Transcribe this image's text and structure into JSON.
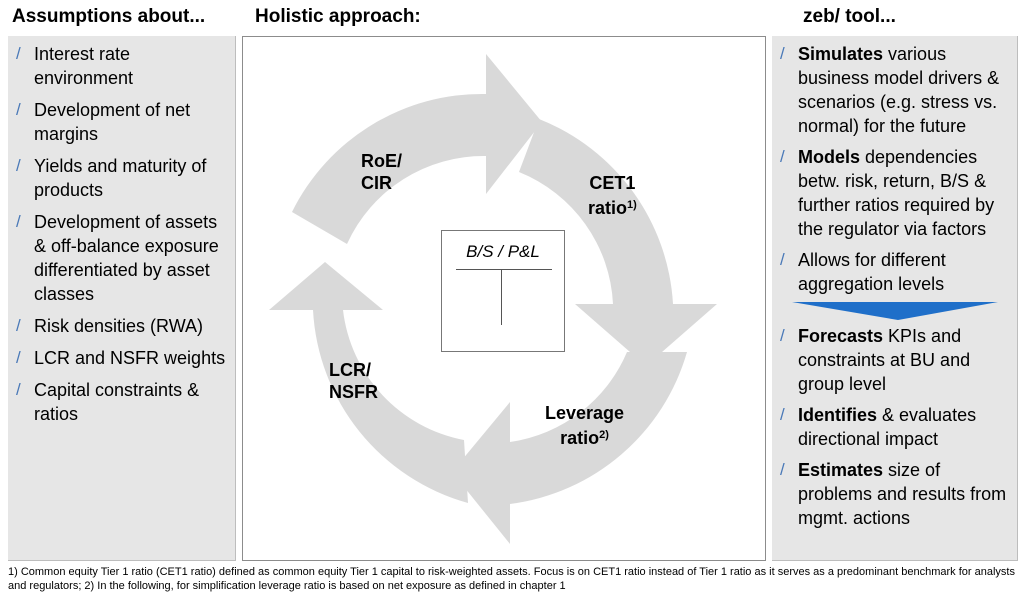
{
  "headings": {
    "left": "Assumptions about...",
    "center": "Holistic approach:",
    "right": "zeb/ tool..."
  },
  "bullet_marker": "/",
  "assumptions": [
    "Interest rate environment",
    "Development of net margins",
    "Yields and maturity of products",
    "Development of assets & off-balance exposure differentiated by asset classes",
    "Risk densities (RWA)",
    "LCR and NSFR weights",
    "Capital constraints & ratios"
  ],
  "tool_top": [
    {
      "bold": "Simulates",
      "rest": " various business model drivers & scenarios (e.g. stress vs. normal) for the future"
    },
    {
      "bold": "Models",
      "rest": " dependencies betw. risk, return, B/S & further ratios required by the regulator via factors"
    },
    {
      "bold": "",
      "rest": "Allows for different aggregation levels"
    }
  ],
  "tool_bottom": [
    {
      "bold": "Forecasts",
      "rest": " KPIs and constraints at BU and group level"
    },
    {
      "bold": "Identifies",
      "rest": " & evaluates directional impact"
    },
    {
      "bold": "Estimates",
      "rest": " size of problems and results from mgmt. actions"
    }
  ],
  "cycle": {
    "roe_line1": "RoE/",
    "roe_line2": "CIR",
    "cet1_line1": "CET1",
    "cet1_line2": "ratio",
    "cet1_sup": "1)",
    "lev_line1": "Leverage",
    "lev_line2": "ratio",
    "lev_sup": "2)",
    "lcr_line1": "LCR/",
    "lcr_line2": "NSFR",
    "center_box": "B/S / P&L"
  },
  "colors": {
    "panel_bg": "#e6e6e6",
    "arrow_fill": "#d9d9d9",
    "bullet": "#4a79b8",
    "transition_arrow": "#1f6fc9"
  },
  "footnote": "1) Common equity Tier 1 ratio (CET1 ratio) defined as common equity Tier 1 capital to risk-weighted assets. Focus is on CET1 ratio instead of Tier 1 ratio as it serves as a predominant benchmark for analysts and regulators; 2) In the following, for simplification leverage ratio is based on net exposure as defined in chapter 1"
}
